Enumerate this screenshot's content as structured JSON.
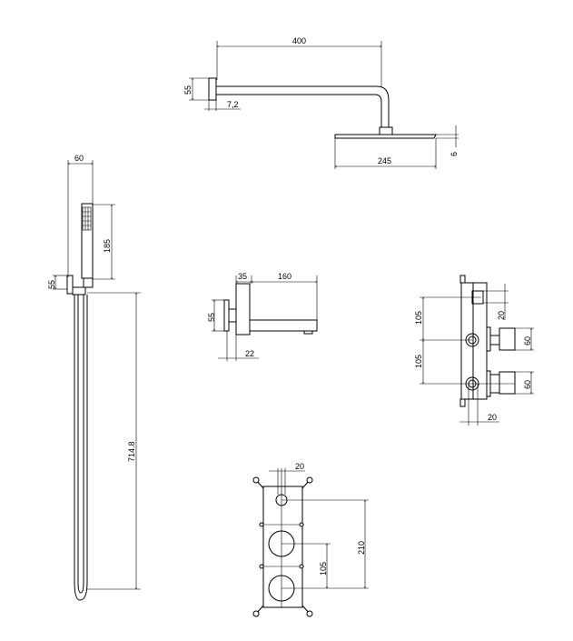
{
  "shower_arm": {
    "length": "400",
    "flange_height": "55",
    "flange_depth": "7,2",
    "head_width": "245",
    "head_thickness": "6"
  },
  "hand_shower": {
    "width": "60",
    "handset_length": "185",
    "bracket_height": "55",
    "hose_length": "714.8"
  },
  "spout": {
    "flange_depth": "35",
    "length": "160",
    "flange_height": "55",
    "offset": "22"
  },
  "valve_side": {
    "spacing_top": "105",
    "spacing_bottom": "105",
    "top_offset": "20",
    "knob_top": "60",
    "knob_bottom": "60",
    "bottom_offset": "20"
  },
  "valve_front": {
    "offset": "20",
    "height_total": "210",
    "height_half": "105"
  }
}
